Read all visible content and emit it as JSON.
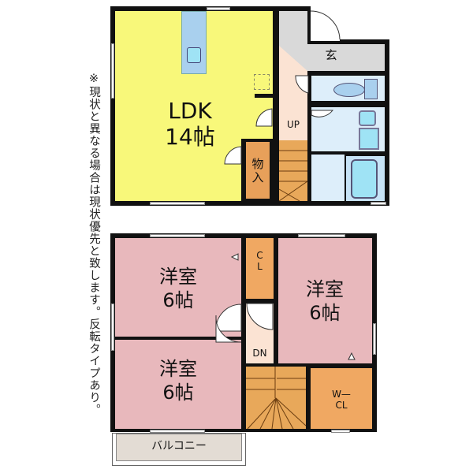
{
  "note": "※現状と異なる場合は現状優先と致します。反転タイプあり。",
  "floor1": {
    "ldk": {
      "name": "LDK",
      "size": "14帖",
      "color": "#f8f87a"
    },
    "genkan": {
      "name": "玄",
      "color": "#d9d9d9"
    },
    "storage": {
      "name": "物\n入",
      "color": "#e8a05a"
    },
    "stairs": {
      "label": "UP",
      "color": "#e8a85a"
    },
    "hall_color": "#fbe3d3",
    "wet_color": "#ddeefa"
  },
  "floor2": {
    "room_a": {
      "name": "洋室",
      "size": "6帖"
    },
    "room_b": {
      "name": "洋室",
      "size": "6帖"
    },
    "room_c": {
      "name": "洋室",
      "size": "6帖"
    },
    "closet": {
      "name": "C\nL"
    },
    "wic": {
      "name": "W—\nCL"
    },
    "stairs": {
      "label": "DN"
    },
    "balcony": {
      "name": "バルコニー",
      "color": "#e3dcd4"
    },
    "room_color": "#e8b8bc",
    "closet_color": "#f0a862"
  }
}
